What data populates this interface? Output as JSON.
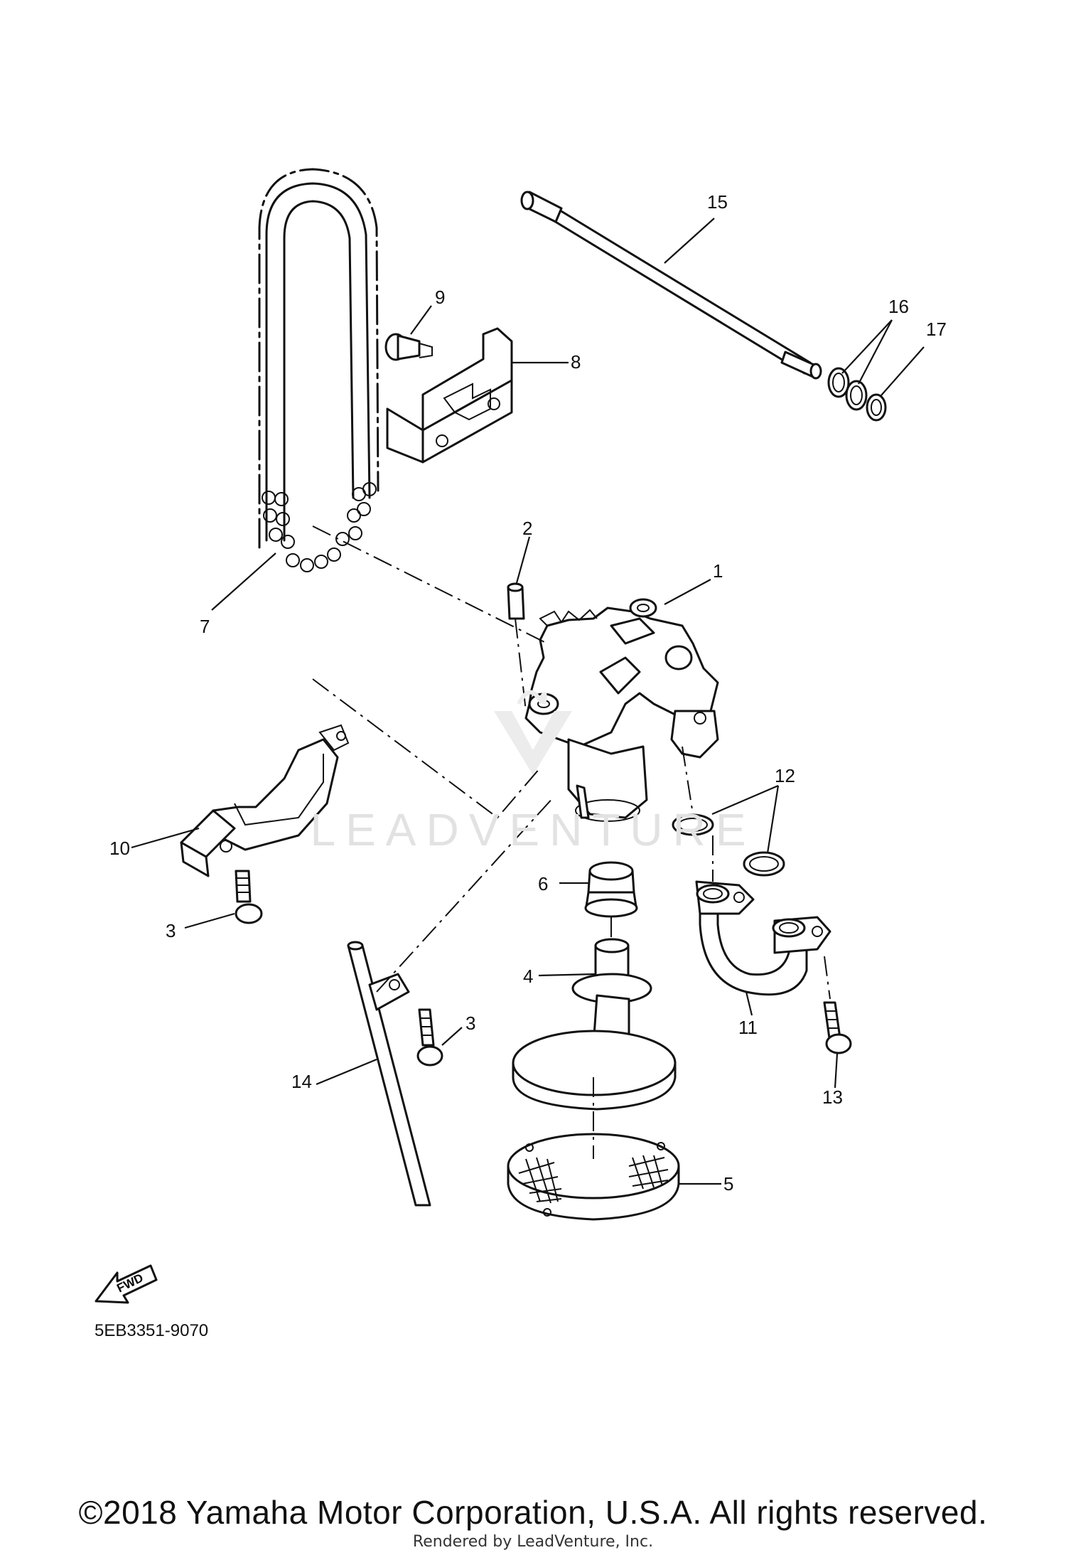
{
  "diagram": {
    "callouts": [
      "1",
      "2",
      "3",
      "3",
      "4",
      "5",
      "6",
      "7",
      "8",
      "9",
      "10",
      "11",
      "12",
      "13",
      "14",
      "15",
      "16",
      "17"
    ],
    "direction_badge": "FWD",
    "part_code": "5EB3351-9070"
  },
  "watermark": {
    "text": "LEADVENTURE"
  },
  "footer": {
    "copyright": "©2018 Yamaha Motor Corporation, U.S.A. All rights reserved.",
    "rendered_by": "Rendered by LeadVenture, Inc."
  }
}
